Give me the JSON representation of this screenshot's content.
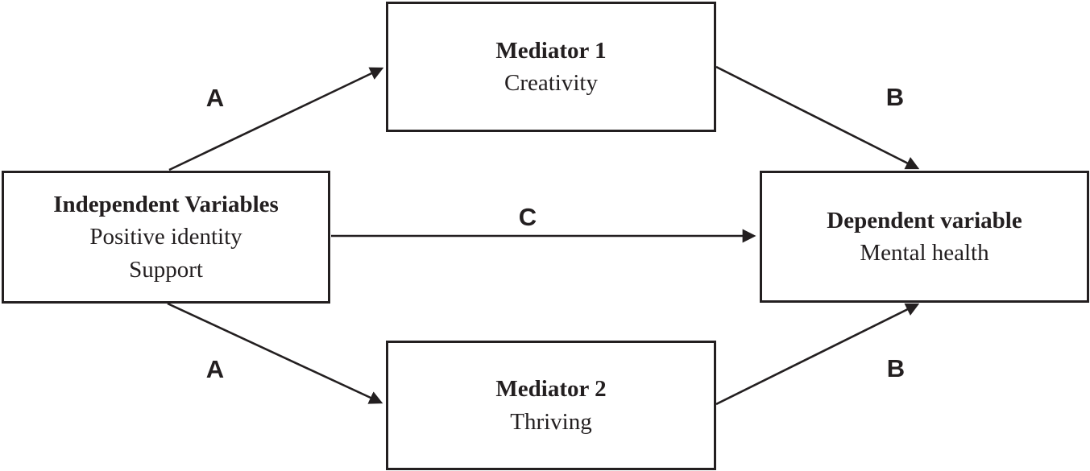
{
  "diagram": {
    "nodes": {
      "independent": {
        "title": "Independent Variables",
        "lines": [
          "Positive identity",
          "Support"
        ]
      },
      "mediator1": {
        "title": "Mediator 1",
        "lines": [
          "Creativity"
        ]
      },
      "mediator2": {
        "title": "Mediator 2",
        "lines": [
          "Thriving"
        ]
      },
      "dependent": {
        "title": "Dependent variable",
        "lines": [
          "Mental health"
        ]
      }
    },
    "path_labels": {
      "a_top": "A",
      "b_top": "B",
      "c": "C",
      "a_bottom": "A",
      "b_bottom": "B"
    },
    "colors": {
      "line": "#231f20",
      "text": "#231f20",
      "background": "#ffffff"
    }
  }
}
